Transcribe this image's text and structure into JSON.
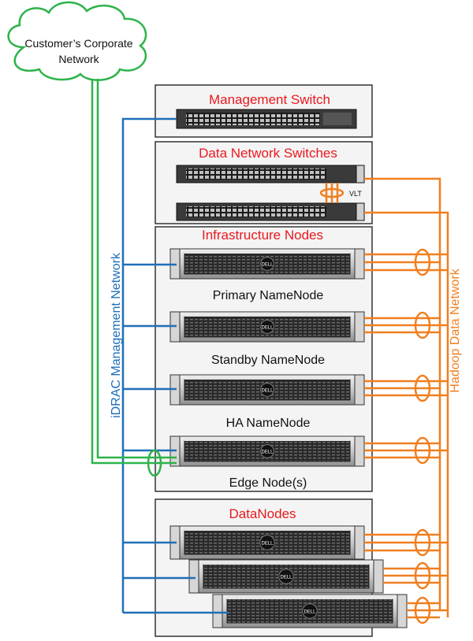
{
  "cloud": {
    "line1": "Customer’s Corporate",
    "line2": "Network"
  },
  "sections": {
    "management": "Management Switch",
    "data_switches": "Data Network Switches",
    "infrastructure": "Infrastructure Nodes",
    "datanodes": "DataNodes"
  },
  "nodes": {
    "primary": "Primary NameNode",
    "standby": "Standby NameNode",
    "ha": "HA NameNode",
    "edge": "Edge Node(s)"
  },
  "vlt": "VLT",
  "networks": {
    "idrac": "iDRAC Management Network",
    "hadoop": "Hadoop Data Network"
  },
  "server_brand": "DELL",
  "colors": {
    "section_title": "#e8191e",
    "idrac": "#1f6fb8",
    "hadoop": "#f07f1f",
    "corporate": "#2db34a",
    "rack_border": "#333333",
    "rack_bg": "#f4f4f4"
  }
}
